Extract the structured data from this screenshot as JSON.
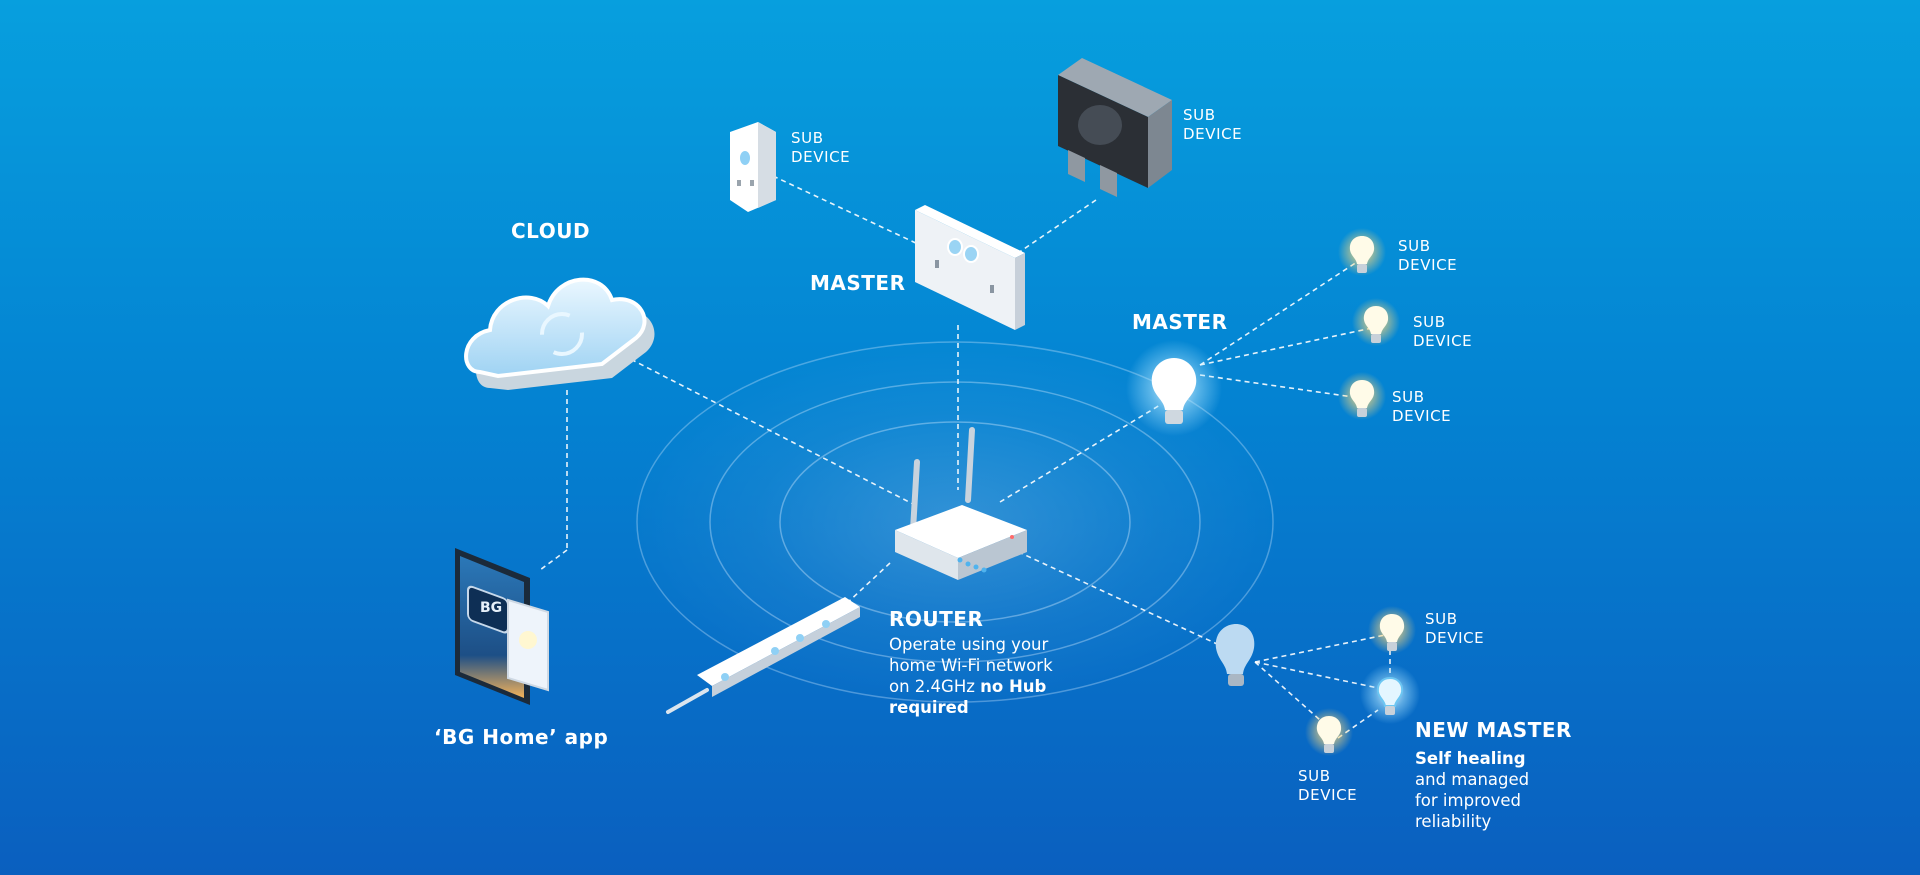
{
  "labels": {
    "cloud": "CLOUD",
    "app": "‘BG Home’ app",
    "master_socket": "MASTER",
    "master_bulb": "MASTER"
  },
  "router": {
    "title": "ROUTER",
    "desc_line1": "Operate using your",
    "desc_line2": "home Wi-Fi network",
    "desc_line3": "on 2.4GHz",
    "desc_bold1": "no Hub",
    "desc_bold2": "required"
  },
  "new_master": {
    "title": "NEW MASTER",
    "desc_bold": "Self healing",
    "desc_line2": "and managed",
    "desc_line3": "for improved",
    "desc_line4": "reliability"
  },
  "sub_device": {
    "line1": "SUB",
    "line2": "DEVICE"
  },
  "colors": {
    "background_top": "#079fde",
    "background_bottom": "#0a5fbf",
    "text": "#ffffff",
    "warm_bulb_glow": "#ffd97a",
    "cool_glow": "#aee6ff"
  },
  "icons": [
    "cloud-icon",
    "tablet-app-icon",
    "smart-plug-sub-device",
    "wall-socket-master",
    "module-box-sub-device",
    "router-icon",
    "extension-lead-icon",
    "smart-bulb-master",
    "smart-bulb-new-master"
  ]
}
